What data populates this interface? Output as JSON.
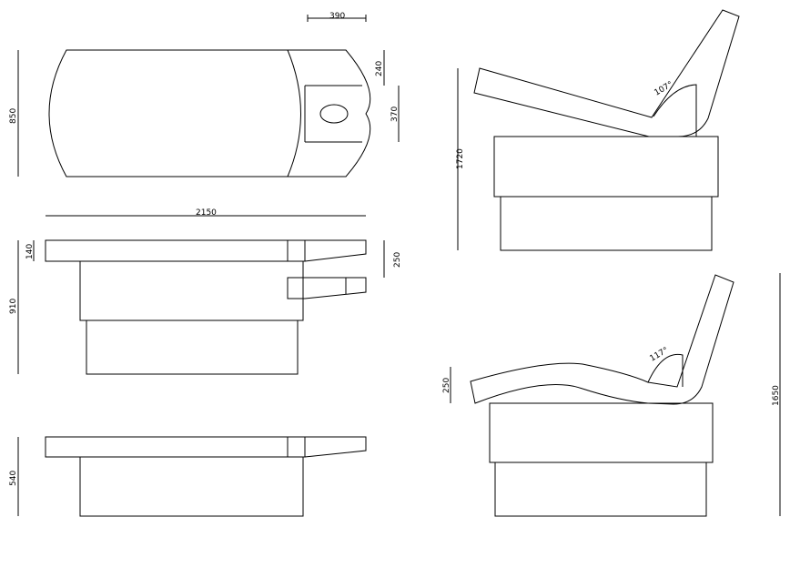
{
  "dimensions": {
    "top_width": "390",
    "top_depth": "850",
    "headrest_depth": "240",
    "face_hole": "370",
    "total_length": "2150",
    "top_thickness": "140",
    "headrest_offset": "250",
    "front_height": "910",
    "low_height": "540",
    "side_height_1": "1720",
    "angle_1": "107°",
    "side_height_2": "1650",
    "leg_lift": "250",
    "angle_2": "117°"
  },
  "colors": {
    "line": "#000000",
    "background": "#ffffff"
  }
}
